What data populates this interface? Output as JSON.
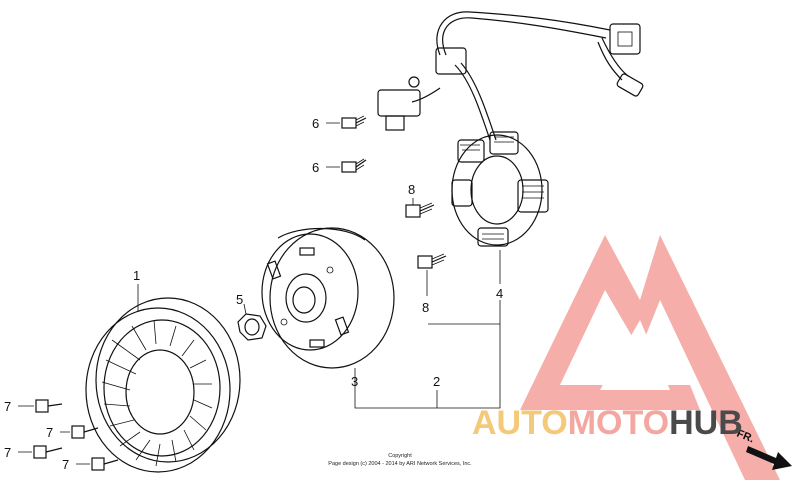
{
  "callouts": {
    "c1": "1",
    "c2": "2",
    "c3": "3",
    "c4": "4",
    "c5": "5",
    "c6a": "6",
    "c6b": "6",
    "c7a": "7",
    "c7b": "7",
    "c7c": "7",
    "c7d": "7",
    "c8a": "8",
    "c8b": "8"
  },
  "copyright": {
    "line1": "Copyright",
    "line2": "Page design (c) 2004 - 2014 by ARI Network Services, Inc."
  },
  "watermark": {
    "part1": "AUTO",
    "part2": "MOTO",
    "part3": "HUB",
    "color1": "#f5c97a",
    "color2": "#f4a6a0",
    "color3": "#4a4a4a",
    "logo_color": "#f4a6a0"
  },
  "direction": {
    "label": "FR."
  }
}
